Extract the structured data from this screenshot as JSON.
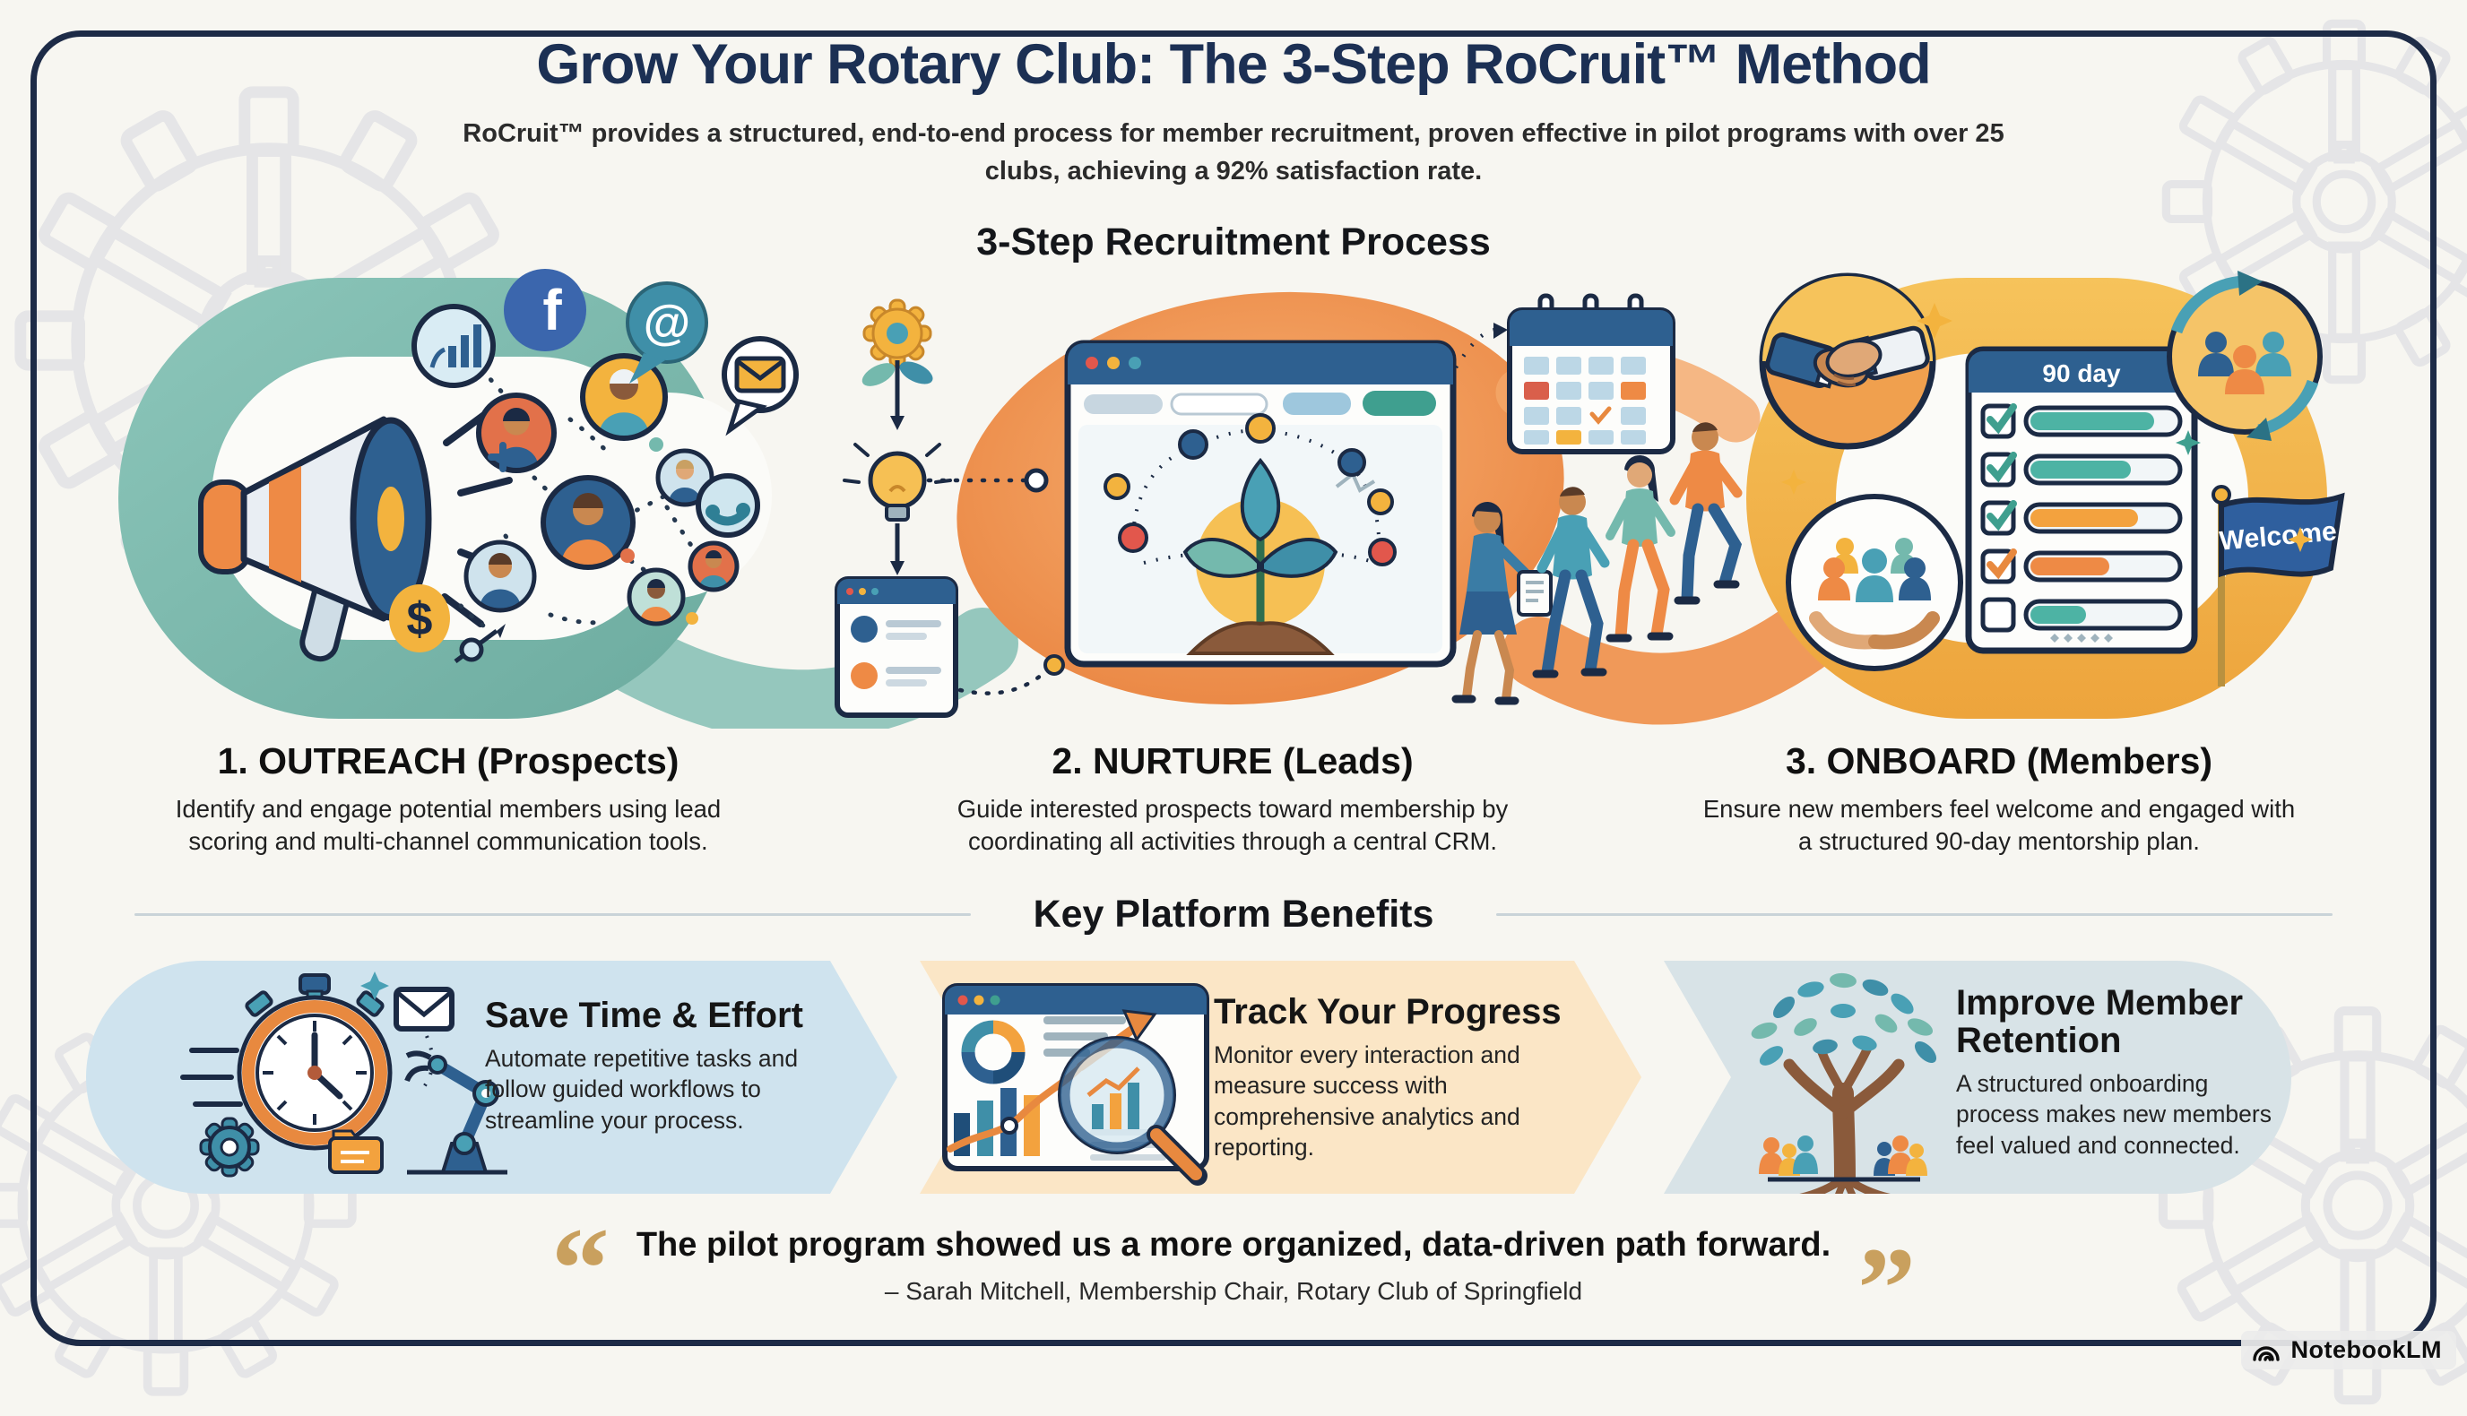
{
  "header": {
    "title": "Grow Your Rotary Club: The 3-Step RoCruit™ Method",
    "subtitle": "RoCruit™ provides a structured, end-to-end process for member recruitment, proven effective in pilot programs with over 25 clubs, achieving a 92% satisfaction rate."
  },
  "process": {
    "heading": "3-Step Recruitment Process",
    "steps": [
      {
        "title": "1. OUTREACH (Prospects)",
        "description": "Identify and engage potential members using lead scoring and multi-channel communication tools.",
        "icons": [
          "megaphone-icon",
          "prospect-network-avatars",
          "bar-chart-icon",
          "facebook-icon",
          "at-mention-icon",
          "email-icon",
          "phone-icon",
          "dollar-icon",
          "slider-icon"
        ]
      },
      {
        "title": "2. NURTURE (Leads)",
        "description": "Guide interested prospects toward membership by coordinating all activities through a central CRM.",
        "icons": [
          "gear-sprout-icon",
          "lightbulb-icon",
          "contact-card-icon",
          "crm-browser-icon",
          "growing-plant-icon",
          "calendar-icon",
          "walking-people"
        ]
      },
      {
        "title": "3. ONBOARD (Members)",
        "description": "Ensure new members feel welcome and engaged with a structured 90-day mentorship plan.",
        "icons": [
          "handshake-icon",
          "mentorship-checklist-icon",
          "welcome-flag-icon",
          "member-cycle-icon",
          "community-hands-icon"
        ],
        "checklist_header": "90 day",
        "flag_label": "Welcome"
      }
    ]
  },
  "benefits": {
    "heading": "Key Platform Benefits",
    "items": [
      {
        "title": "Save Time & Effort",
        "description": "Automate repetitive tasks and follow guided workflows to streamline your process.",
        "icons": [
          "stopwatch-icon",
          "robot-arm-icon",
          "email-icon",
          "gear-icon",
          "folder-icon"
        ]
      },
      {
        "title": "Track Your Progress",
        "description": "Monitor every interaction and measure success with comprehensive analytics and reporting.",
        "icons": [
          "analytics-browser-icon",
          "donut-chart-icon",
          "bar-chart-icon",
          "trend-arrow-icon",
          "magnifier-icon"
        ]
      },
      {
        "title": "Improve Member Retention",
        "description": "A structured onboarding process makes new members feel valued and connected.",
        "icons": [
          "growth-tree-icon",
          "member-groups"
        ]
      }
    ]
  },
  "quote": {
    "open_mark": "“",
    "close_mark": "”",
    "text": "The pilot program showed us a more organized, data-driven path forward.",
    "attribution": "– Sarah Mitchell, Membership Chair, Rotary Club of Springfield"
  },
  "watermark": {
    "label": "NotebookLM"
  },
  "glyphs": {
    "facebook": "f",
    "at_sign": "@",
    "dollar": "$"
  },
  "colors": {
    "navy": "#1c3054",
    "teal": "#74b9ad",
    "orange": "#ee8a45",
    "gold": "#f2b34c",
    "panel_blue": "#cfe3ee",
    "panel_peach": "#fbe6c6",
    "panel_gray_blue": "#d8e3e7",
    "quote_gold": "#c9a05e"
  }
}
